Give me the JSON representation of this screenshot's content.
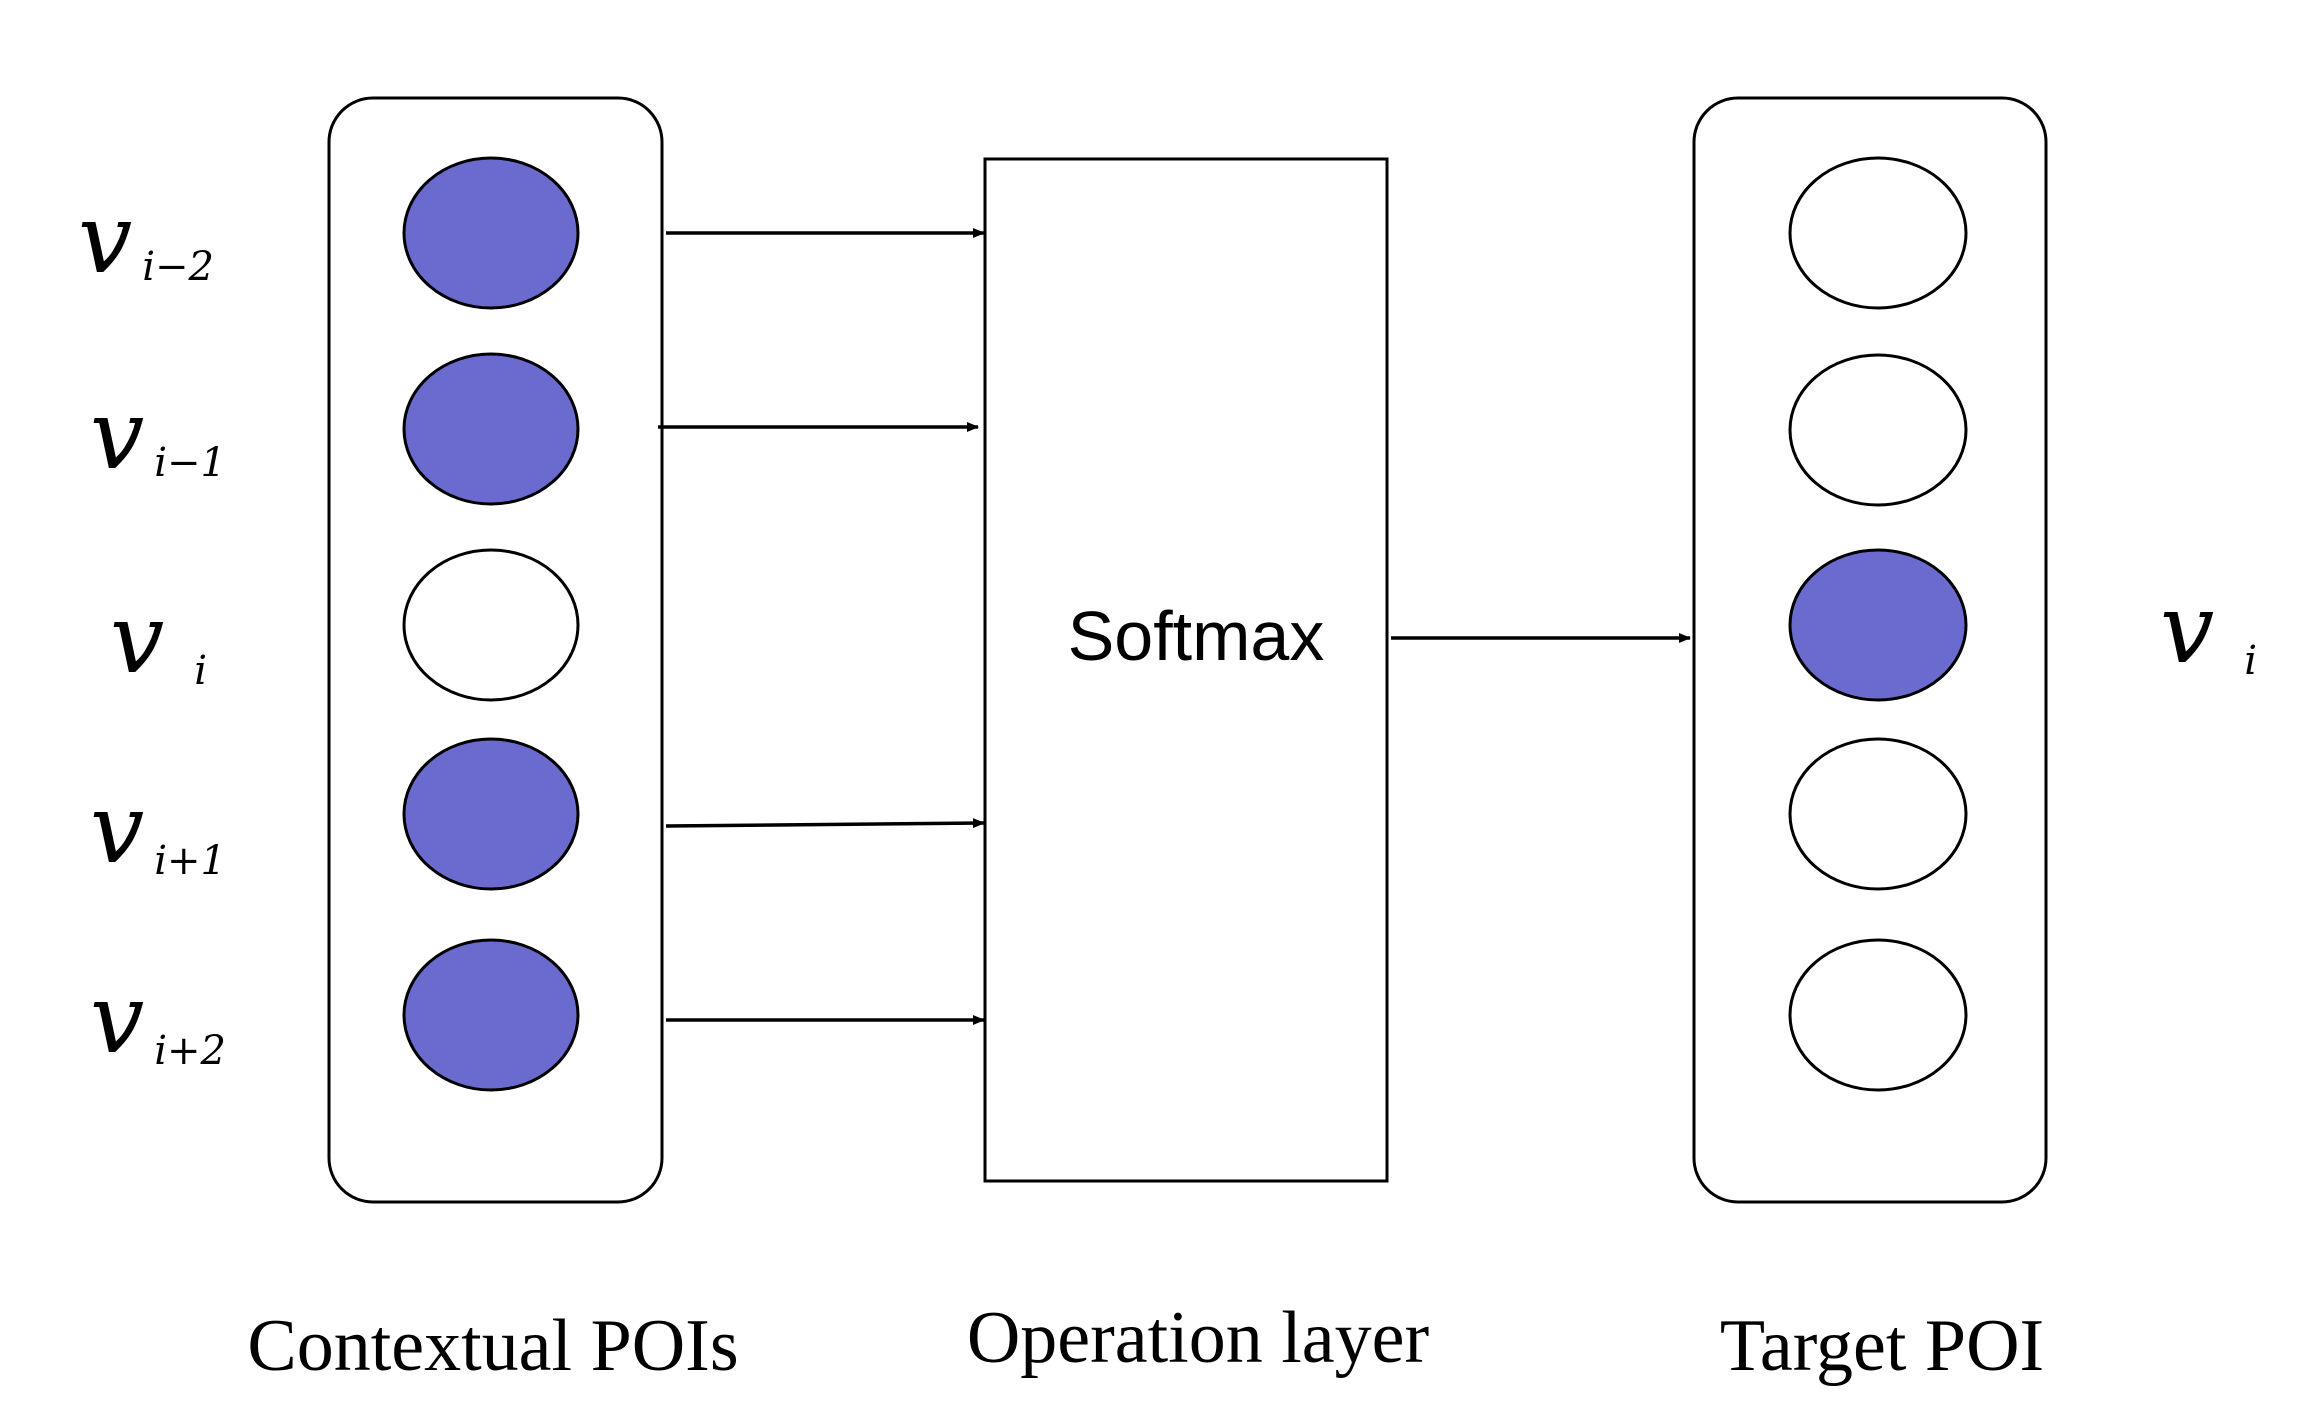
{
  "colors": {
    "filled": "#6b6bcf",
    "empty": "#ffffff",
    "stroke": "#000000",
    "arrow": "#000000"
  },
  "left_labels": [
    {
      "base": "v",
      "sub": "i−2"
    },
    {
      "base": "v",
      "sub": "i−1"
    },
    {
      "base": "v",
      "sub": "i"
    },
    {
      "base": "v",
      "sub": "i+1"
    },
    {
      "base": "v",
      "sub": "i+2"
    }
  ],
  "context_nodes": [
    {
      "filled": true
    },
    {
      "filled": true
    },
    {
      "filled": false
    },
    {
      "filled": true
    },
    {
      "filled": true
    }
  ],
  "target_nodes": [
    {
      "filled": false
    },
    {
      "filled": false
    },
    {
      "filled": true
    },
    {
      "filled": false
    },
    {
      "filled": false
    }
  ],
  "operation_box": {
    "label": "Softmax"
  },
  "right_label": {
    "base": "v",
    "sub": "i"
  },
  "captions": {
    "context": "Contextual POIs",
    "operation": "Operation layer",
    "target": "Target POI"
  }
}
